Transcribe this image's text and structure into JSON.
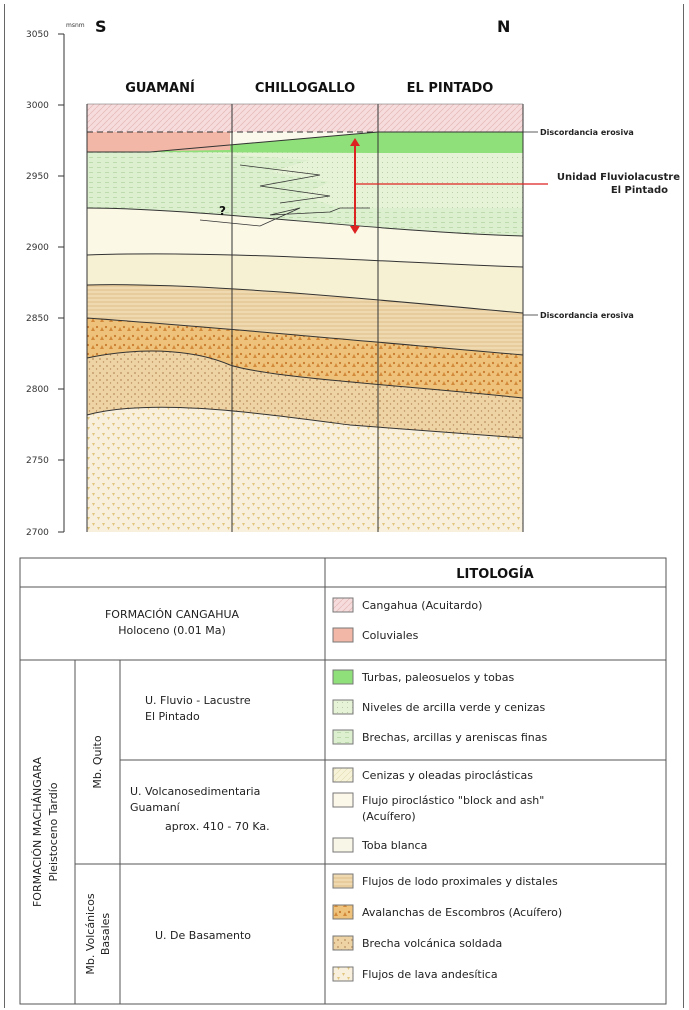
{
  "axis": {
    "unit": "msnm",
    "ticks": [
      "3050",
      "3000",
      "2950",
      "2900",
      "2850",
      "2800",
      "2750",
      "2700"
    ]
  },
  "directions": {
    "south": "S",
    "north": "N"
  },
  "columns": [
    "GUAMANÍ",
    "CHILLOGALLO",
    "EL PINTADO"
  ],
  "annotations": {
    "discordance_top": "Discordancia erosiva",
    "discordance_mid": "Discordancia erosiva",
    "unit_label_line1": "Unidad Fluviolacustre",
    "unit_label_line2": "El Pintado",
    "question": "?"
  },
  "table": {
    "lithology_header": "LITOLOGÍA",
    "cangahua": {
      "line1": "FORMACIÓN CANGAHUA",
      "line2": "Holoceno (0.01 Ma)"
    },
    "machangara": {
      "line1": "FORMACIÓN MACHÁNGARA",
      "line2": "Pleistoceno Tardío"
    },
    "mb_quito": "Mb. Quito",
    "mb_volcanicos": {
      "line1": "Mb. Volcánicos",
      "line2": "Basales"
    },
    "u_fluvio": {
      "line1": "U. Fluvio - Lacustre",
      "line2": "El Pintado"
    },
    "u_volcano": {
      "line1": "U. Volcanosedimentaria",
      "line2": "Guamaní",
      "line3": "aprox. 410 - 70 Ka."
    },
    "u_basamento": "U. De Basamento"
  },
  "legend": [
    {
      "label": "Cangahua (Acuitardo)",
      "color": "#f6dcdc"
    },
    {
      "label": "Coluviales",
      "color": "#f2b7a6"
    },
    {
      "label": "Turbas, paleosuelos y tobas",
      "color": "#8fe07a"
    },
    {
      "label": "Niveles de arcilla verde y cenizas",
      "color": "#e7f3d6"
    },
    {
      "label": "Brechas, arcillas y areniscas finas",
      "color": "#dcefcf"
    },
    {
      "label": "Cenizas y oleadas piroclásticas",
      "color": "#f7f3d9"
    },
    {
      "label": "Flujo piroclástico \"block and ash\"",
      "label2": "(Acuífero)",
      "color": "#fbf7e9"
    },
    {
      "label": "Toba blanca",
      "color": "#f8f6e6"
    },
    {
      "label": "Flujos de lodo proximales y distales",
      "color": "#efd9b0"
    },
    {
      "label": "Avalanchas de Escombros (Acuífero)",
      "color": "#eec27a"
    },
    {
      "label": "Brecha volcánica soldada",
      "color": "#eed3a5"
    },
    {
      "label": "Flujos de lava andesítica",
      "color": "#f5e4bf"
    }
  ]
}
